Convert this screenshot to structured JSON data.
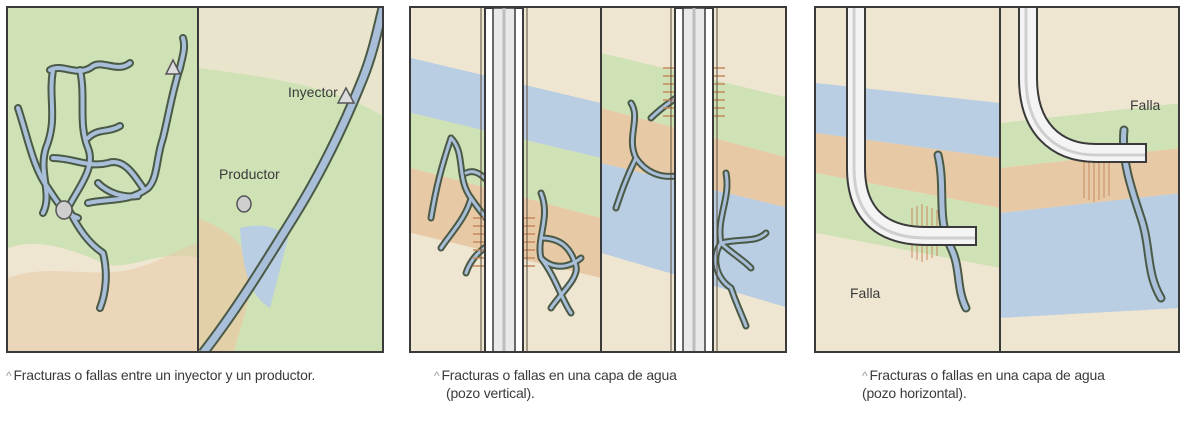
{
  "panels": [
    {
      "labels": {
        "injector": "Inyector",
        "producer": "Productor"
      },
      "caption": "Fracturas o fallas entre un inyector y un productor."
    },
    {
      "caption_line1": "Fracturas o fallas en una capa de agua",
      "caption_line2": "(pozo vertical)."
    },
    {
      "labels": {
        "fault_left": "Falla",
        "fault_right": "Falla"
      },
      "caption_line1": "Fracturas o fallas en una capa de agua",
      "caption_line2": "(pozo horizontal)."
    }
  ],
  "caption_marker": "^",
  "colors": {
    "green_layer": "#cfe2b5",
    "blue_water": "#b9cde3",
    "tan_layer": "#e8c9a5",
    "cream_bg": "#efe6d2",
    "fracture_fill": "#a9bfd9",
    "fracture_stroke": "#4a5a46",
    "well_pipe": "#f4f4f4"
  }
}
